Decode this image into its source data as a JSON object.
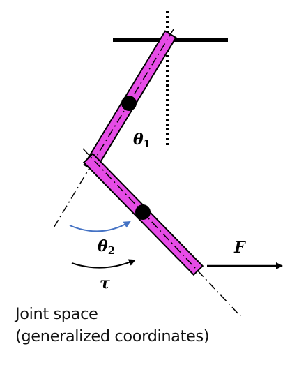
{
  "labels": {
    "theta1": "θ",
    "theta1_sub": "1",
    "theta2": "θ",
    "theta2_sub": "2",
    "tau": "τ",
    "force": "F"
  },
  "caption": {
    "line1": "Joint space",
    "line2": "(generalized coordinates)"
  },
  "colors": {
    "link_fill": "#e64ce6",
    "ink": "#000000",
    "theta2_arrow": "#4472c4"
  }
}
